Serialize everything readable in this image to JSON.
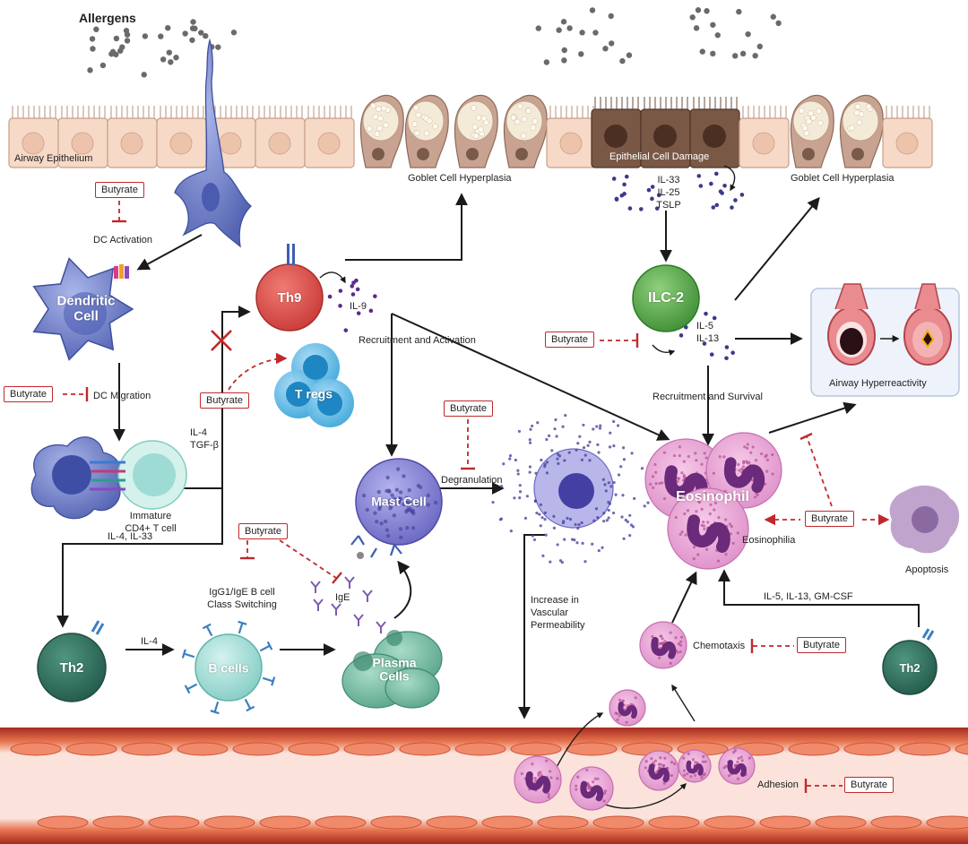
{
  "labels": {
    "allergens": "Allergens",
    "airway_epithelium": "Airway Epithelium",
    "goblet_hyperplasia_1": "Goblet Cell Hyperplasia",
    "goblet_hyperplasia_2": "Goblet Cell Hyperplasia",
    "epithelial_damage": "Epithelial Cell Damage",
    "alarmins": "IL-33\nIL-25\nTSLP",
    "dc_activation": "DC Activation",
    "dc_migration": "DC Migration",
    "il4_tgfb": "IL-4\nTGF-β",
    "immature_t": "Immature\nCD4+ T cell",
    "il4_il33": "IL-4, IL-33",
    "il9": "IL-9",
    "recruit_activation": "Recruitment and Activation",
    "il5_il13": "IL-5\nIL-13",
    "recruit_survival": "Recruitment and Survival",
    "airway_hyper": "Airway Hyperreactivity",
    "degranulation": "Degranulation",
    "igg_switch": "IgG1/IgE B cell\nClass Switching",
    "ige": "IgE",
    "il4": "IL-4",
    "vascular": "Increase in\nVascular\nPermeability",
    "eosinophilia": "Eosinophilia",
    "apoptosis": "Apoptosis",
    "il5_il13_gmcsf": "IL-5, IL-13, GM-CSF",
    "chemotaxis": "Chemotaxis",
    "adhesion": "Adhesion"
  },
  "cells": {
    "dendritic": "Dendritic\nCell",
    "th9": "Th9",
    "tregs": "T regs",
    "ilc2": "ILC-2",
    "mast": "Mast Cell",
    "eosinophil": "Eosinophil",
    "th2_left": "Th2",
    "th2_right": "Th2",
    "bcells": "B cells",
    "plasma": "Plasma\nCells"
  },
  "butyrate_label": "Butyrate",
  "colors": {
    "inhibit": "#c0292b",
    "epithelium": "#f6d9c6",
    "goblet": "#c9a391",
    "damaged": "#7a5846",
    "dendritic": "#6f7fc4",
    "th9": "#d94c48",
    "treg": "#49aee0",
    "ilc2": "#5aab4a",
    "mast": "#6e6bc4",
    "eosinophil": "#e59ed2",
    "th2": "#2f6f5e",
    "bcell": "#9edbd4",
    "plasma": "#6fb89e",
    "vessel": "#e86c4f"
  }
}
